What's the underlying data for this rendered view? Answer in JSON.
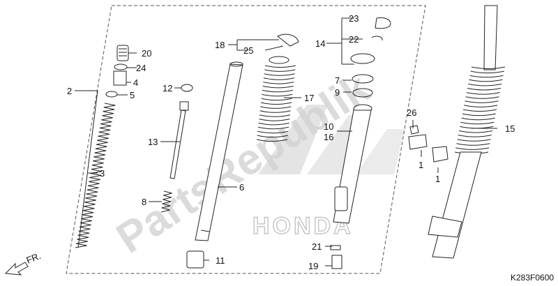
{
  "diagram": {
    "drawing_code": "K283F0600",
    "direction_label": "FR.",
    "watermark_text": "PartsRepublik",
    "watermark_logo_text": "HONDA",
    "colors": {
      "line": "#222222",
      "watermark": "#cfcfcf",
      "logo_dots": "#c9c9c9"
    }
  },
  "callouts": {
    "c1a": "1",
    "c1b": "1",
    "c2": "2",
    "c3": "3",
    "c4": "4",
    "c5": "5",
    "c6": "6",
    "c7": "7",
    "c8": "8",
    "c9": "9",
    "c10": "10",
    "c11": "11",
    "c12": "12",
    "c13": "13",
    "c14": "14",
    "c15": "15",
    "c16": "16",
    "c17": "17",
    "c18": "18",
    "c19": "19",
    "c20": "20",
    "c21": "21",
    "c22": "22",
    "c23": "23",
    "c24": "24",
    "c25": "25",
    "c26": "26"
  }
}
